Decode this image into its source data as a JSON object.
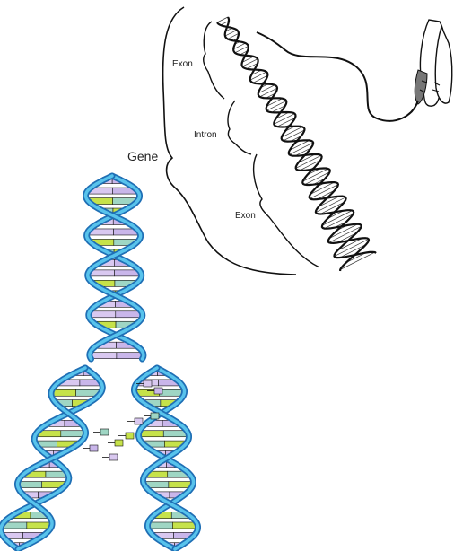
{
  "labels": {
    "gene": "Gene",
    "exon_top": "Exon",
    "intron": "Intron",
    "exon_bottom": "Exon"
  },
  "colors": {
    "backbone_dark": "#1f6fb5",
    "backbone_light": "#58c3ec",
    "base_A": "#d9c8f0",
    "base_T": "#c9b6ea",
    "base_G": "#9fd6c4",
    "base_C": "#c6e24a",
    "outline": "#111111"
  },
  "base_pairs": [
    "A-T",
    "T-A",
    "C-G",
    "G-C"
  ],
  "icons": [
    "chromosome-icon",
    "dna-helix-icon",
    "dna-replication-fork-icon"
  ]
}
